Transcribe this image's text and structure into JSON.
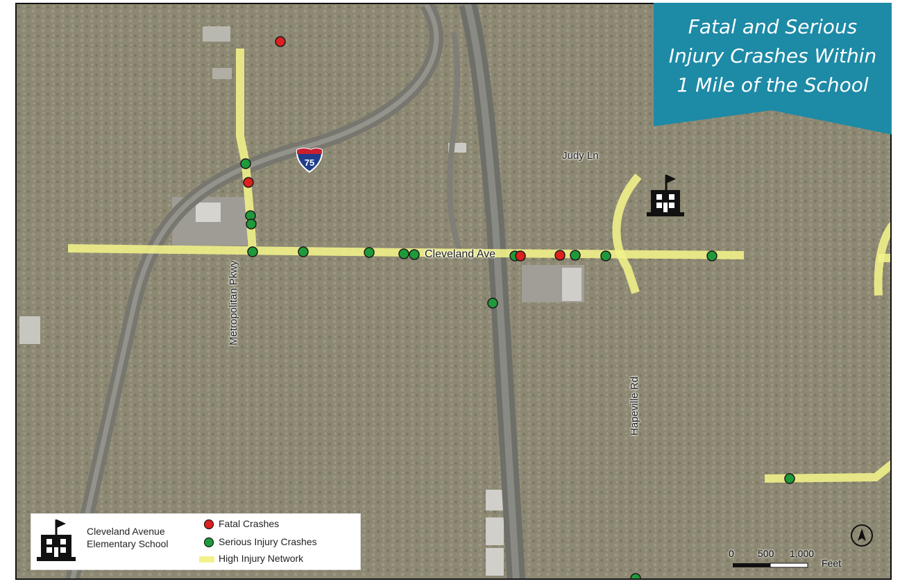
{
  "title": "Fatal and Serious Injury Crashes Within 1 Mile of the School",
  "title_lines": [
    "Fatal and Serious",
    "Injury Crashes Within",
    "1 Mile of the School"
  ],
  "colors": {
    "title_bg": "#1d8aa6",
    "fatal": "#e01f1f",
    "serious": "#1f9a3a",
    "high_injury": "#f3f28a"
  },
  "road_labels": {
    "cleveland": "Cleveland Ave",
    "judy": "Judy Ln",
    "metropolitan": "Metropolitan Pkwy",
    "hapeville": "Hapeville Rd"
  },
  "interstate_shield": "75",
  "legend": {
    "school_icon": "school-building-icon",
    "school_label": "Cleveland Avenue\nElementary School",
    "fatal_label": "Fatal Crashes",
    "serious_label": "Serious Injury Crashes",
    "network_label": "High Injury Network"
  },
  "scale_bar": {
    "labels": [
      "0",
      "500",
      "1,000"
    ],
    "unit": "Feet"
  },
  "north_arrow": "north-arrow-icon"
}
